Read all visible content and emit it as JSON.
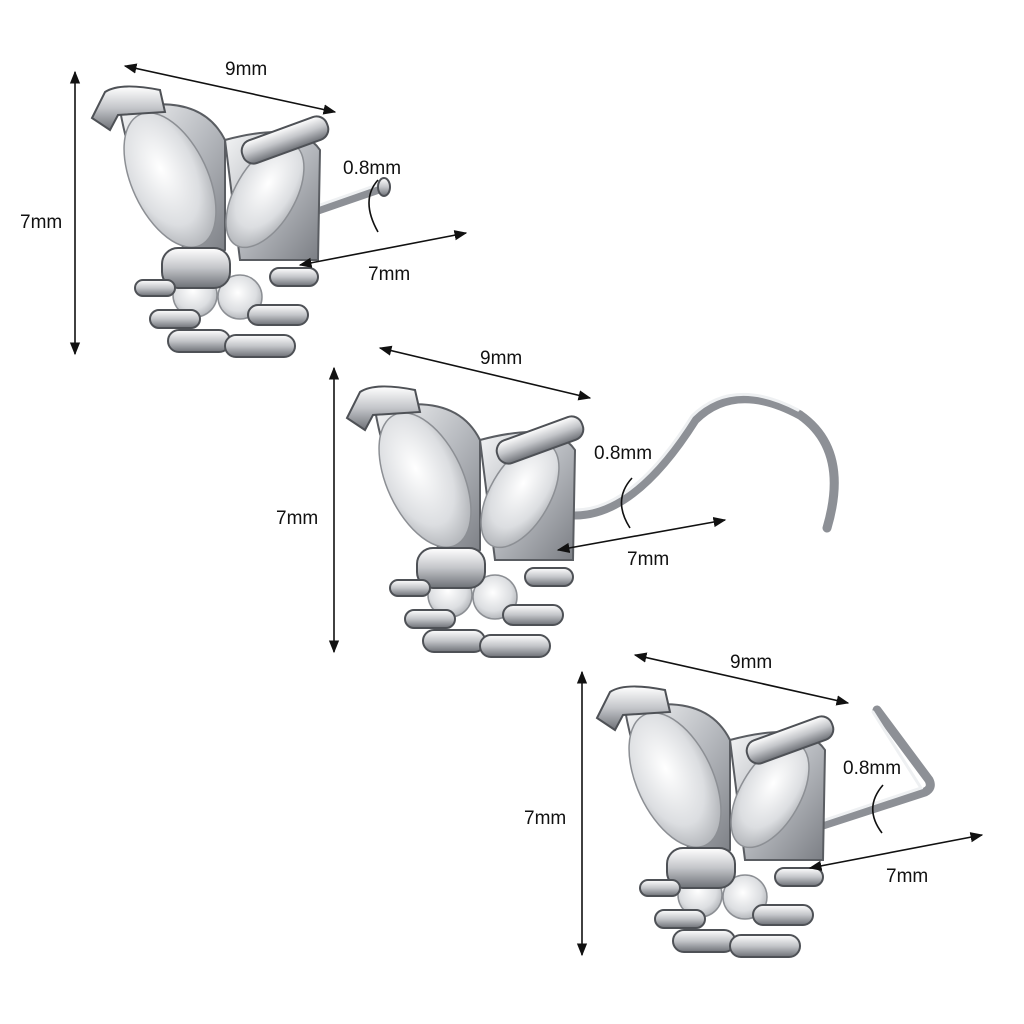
{
  "items": [
    {
      "style": "straight-pin",
      "width_label": "9mm",
      "height_label": "7mm",
      "gauge_label": "0.8mm",
      "pin_length_label": "7mm"
    },
    {
      "style": "screw-pin",
      "width_label": "9mm",
      "height_label": "7mm",
      "gauge_label": "0.8mm",
      "pin_length_label": "7mm"
    },
    {
      "style": "l-shape-pin",
      "width_label": "9mm",
      "height_label": "7mm",
      "gauge_label": "0.8mm",
      "pin_length_label": "7mm"
    }
  ],
  "colors": {
    "metal": "#c9cbcf",
    "outline": "#5a5d62",
    "background": "#ffffff"
  }
}
